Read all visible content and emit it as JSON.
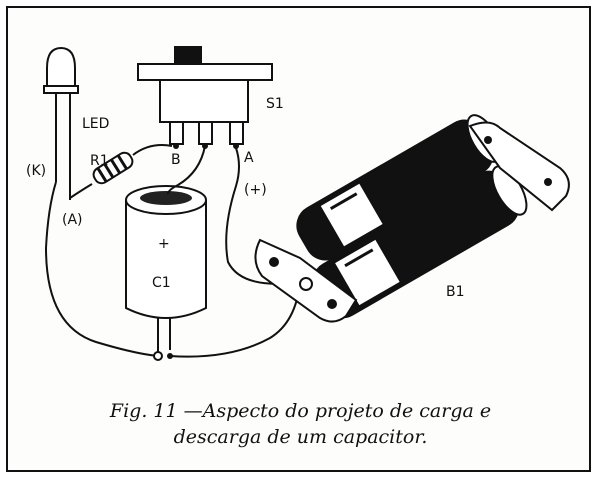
{
  "labels": {
    "led": "LED",
    "r1": "R1",
    "s1": "S1",
    "k": "(K)",
    "a_led": "(A)",
    "b": "B",
    "a": "A",
    "plus_pole": "(+)",
    "c1": "C1",
    "c1_plus": "+",
    "b1": "B1"
  },
  "caption": {
    "line1": "Fig. 11 —Aspecto do projeto de carga e",
    "line2": "descarga de um capacitor."
  }
}
